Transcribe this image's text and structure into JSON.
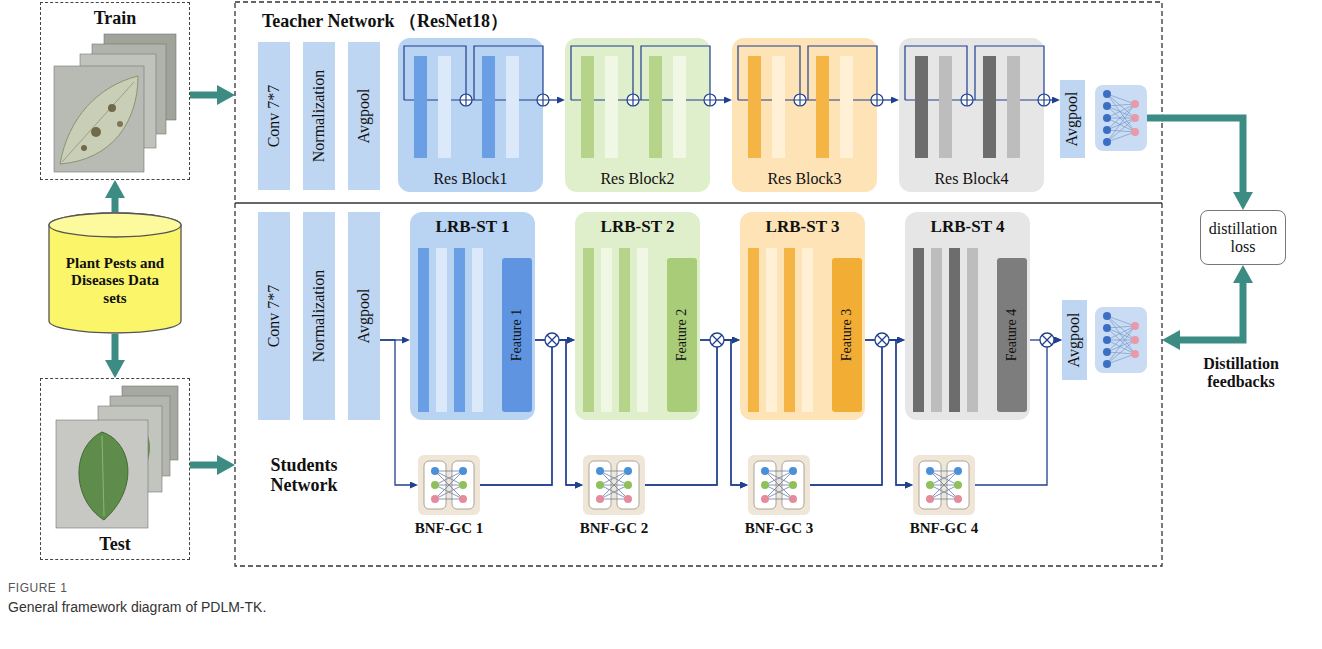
{
  "diagram": {
    "caption": "General framework diagram of PDLM-TK.",
    "nodes": [
      {
        "text": [
          "Train"
        ]
      },
      {
        "text": [
          "Plant Pests and Diseases Data sets"
        ]
      },
      {
        "text": [
          "Test"
        ]
      },
      {
        "text": [
          "Teacher Network （ResNet18）"
        ]
      },
      {
        "text": [
          "Conv 7*7"
        ],
        "in": 3
      },
      {
        "text": [
          "Normalization"
        ],
        "in": 3
      },
      {
        "text": [
          "Avgpool"
        ],
        "in": 3
      },
      {
        "text": [
          "Res Block1"
        ],
        "in": 3
      },
      {
        "text": [
          "Res Block2"
        ],
        "in": 3
      },
      {
        "text": [
          "Res Block3"
        ],
        "in": 3
      },
      {
        "text": [
          "Res Block4"
        ],
        "in": 3
      },
      {
        "text": [
          "Avgpool"
        ],
        "in": 3
      },
      {
        "text": [
          "distillation loss"
        ]
      },
      {
        "text": [
          "Students Network"
        ]
      },
      {
        "text": [
          "Conv 7*7"
        ],
        "in": 13
      },
      {
        "text": [
          "Normalization"
        ],
        "in": 13
      },
      {
        "text": [
          "Avgpool"
        ],
        "in": 13
      },
      {
        "text": [
          "LRB-ST 1"
        ],
        "in": 13
      },
      {
        "text": [
          "Feature 1"
        ],
        "in": 17
      },
      {
        "text": [
          "LRB-ST 2"
        ],
        "in": 13
      },
      {
        "text": [
          "Feature 2"
        ],
        "in": 19
      },
      {
        "text": [
          "LRB-ST 3"
        ],
        "in": 13
      },
      {
        "text": [
          "Feature 3"
        ],
        "in": 21
      },
      {
        "text": [
          "LRB-ST 4"
        ],
        "in": 13
      },
      {
        "text": [
          "Feature 4"
        ],
        "in": 23
      },
      {
        "text": [
          "Avgpool"
        ],
        "in": 13
      },
      {
        "text": [
          "BNF-GC 1"
        ],
        "in": 13
      },
      {
        "text": [
          "BNF-GC 2"
        ],
        "in": 13
      },
      {
        "text": [
          "BNF-GC 3"
        ],
        "in": 13
      },
      {
        "text": [
          "BNF-GC 4"
        ],
        "in": 13
      }
    ],
    "edges": [
      {
        "from": 1,
        "to": 0,
        "arrow": "to"
      },
      {
        "from": 1,
        "to": 2,
        "arrow": "to"
      },
      {
        "from": 0,
        "to": 3,
        "arrow": "to"
      },
      {
        "from": 2,
        "to": 13,
        "arrow": "to"
      },
      {
        "from": 7,
        "to": 8,
        "arrow": "to"
      },
      {
        "from": 8,
        "to": 9,
        "arrow": "to"
      },
      {
        "from": 9,
        "to": 10,
        "arrow": "to"
      },
      {
        "from": 10,
        "to": 11,
        "arrow": "to"
      },
      {
        "from": 3,
        "to": 12,
        "arrow": "to"
      },
      {
        "from": 12,
        "to": 13,
        "label": "Distillation feedbacks",
        "arrow": "both"
      },
      {
        "from": 16,
        "to": 17,
        "arrow": "to"
      },
      {
        "from": 16,
        "to": 26,
        "arrow": "to"
      },
      {
        "from": 17,
        "to": 19,
        "arrow": "to"
      },
      {
        "from": 17,
        "to": 27,
        "arrow": "to"
      },
      {
        "from": 26,
        "to": 19,
        "arrow": "to"
      },
      {
        "from": 26,
        "to": 27,
        "arrow": "to"
      },
      {
        "from": 19,
        "to": 21,
        "arrow": "to"
      },
      {
        "from": 19,
        "to": 28,
        "arrow": "to"
      },
      {
        "from": 27,
        "to": 21,
        "arrow": "to"
      },
      {
        "from": 27,
        "to": 28,
        "arrow": "to"
      },
      {
        "from": 21,
        "to": 23,
        "arrow": "to"
      },
      {
        "from": 21,
        "to": 29,
        "arrow": "to"
      },
      {
        "from": 28,
        "to": 23,
        "arrow": "to"
      },
      {
        "from": 28,
        "to": 29,
        "arrow": "to"
      },
      {
        "from": 23,
        "to": 25,
        "arrow": "to"
      },
      {
        "from": 29,
        "to": 25,
        "arrow": "to"
      }
    ],
    "labels": [
      "FIGURE 1"
    ]
  }
}
